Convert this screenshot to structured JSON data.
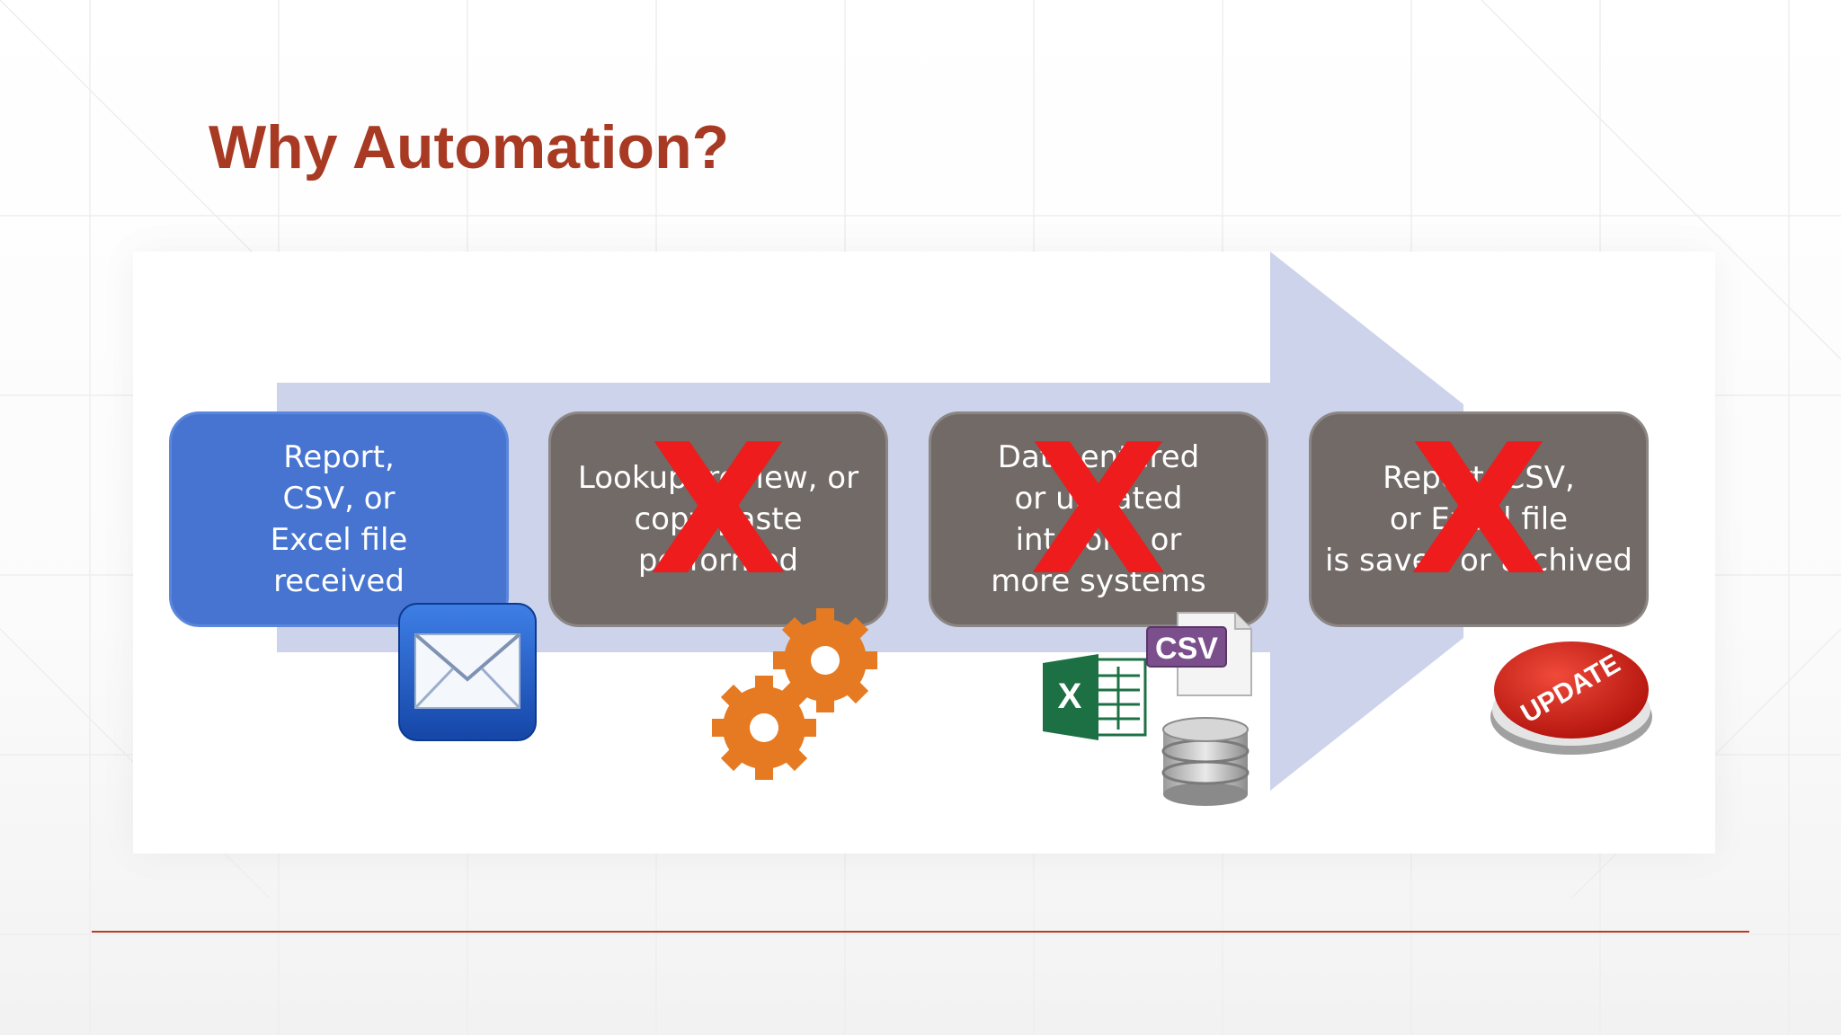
{
  "slide": {
    "title": "Why Automation?"
  },
  "steps": [
    {
      "text": "Report,\nCSV, or\nExcel file\nreceived",
      "crossed": false,
      "icon": "envelope-icon"
    },
    {
      "text": "Lookup, review, or\ncopy/paste\nperformed",
      "crossed": true,
      "icon": "gears-icon"
    },
    {
      "text": "Data entered\nor updated\ninto one or\nmore systems",
      "crossed": true,
      "icon": "data-files-icon"
    },
    {
      "text": "Report, CSV,\nor Excel file\nis saved or archived",
      "crossed": true,
      "icon": "update-button-icon"
    }
  ],
  "marks": {
    "cross": "X"
  },
  "icons": {
    "excel_letter": "X",
    "csv_label": "CSV",
    "update_label": "UPDATE"
  },
  "colors": {
    "title": "#a83a23",
    "first_step": "#4674d0",
    "other_steps": "#716a67",
    "cross": "#ee1c1c",
    "arrow": "#ccd3ea",
    "rule": "#b83b28"
  }
}
